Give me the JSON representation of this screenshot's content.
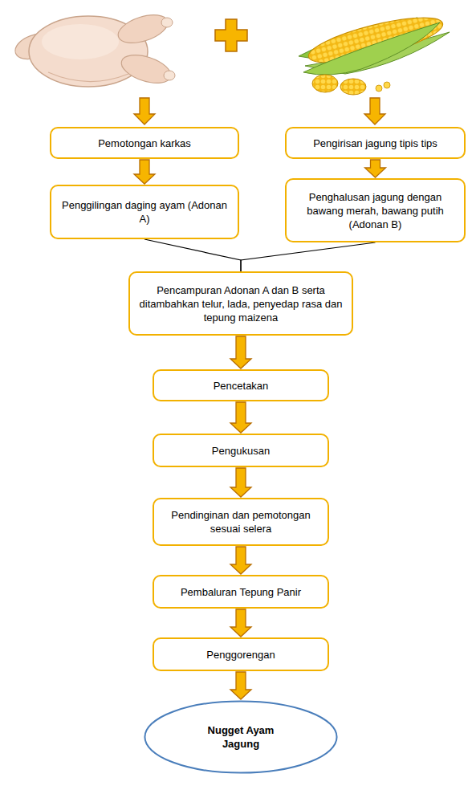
{
  "diagram": {
    "nodes": [
      {
        "text": [
          "Pemotongan karkas"
        ]
      },
      {
        "text": [
          "Pengirisan jagung tipis tips"
        ]
      },
      {
        "text": [
          "Penggilingan daging ayam (Adonan A)"
        ]
      },
      {
        "text": [
          "Penghalusan jagung dengan bawang merah, bawang putih (Adonan B)"
        ]
      },
      {
        "text": [
          "Pencampuran Adonan A dan B serta ditambahkan telur, lada, penyedap rasa dan tepung maizena"
        ]
      },
      {
        "text": [
          "Pencetakan"
        ]
      },
      {
        "text": [
          "Pengukusan"
        ]
      },
      {
        "text": [
          "Pendinginan dan pemotongan sesuai selera"
        ]
      },
      {
        "text": [
          "Pembaluran Tepung Panir"
        ]
      },
      {
        "text": [
          "Penggorengan"
        ]
      },
      {
        "text": [
          "Nugget Ayam Jagung"
        ]
      }
    ],
    "edges": [
      {
        "from": 0,
        "to": 2,
        "arrow": "to"
      },
      {
        "from": 1,
        "to": 3,
        "arrow": "to"
      },
      {
        "from": 2,
        "to": 4,
        "arrow": "none"
      },
      {
        "from": 3,
        "to": 4,
        "arrow": "none"
      },
      {
        "from": 4,
        "to": 5,
        "arrow": "to"
      },
      {
        "from": 5,
        "to": 6,
        "arrow": "to"
      },
      {
        "from": 6,
        "to": 7,
        "arrow": "to"
      },
      {
        "from": 7,
        "to": 8,
        "arrow": "to"
      },
      {
        "from": 8,
        "to": 9,
        "arrow": "to"
      },
      {
        "from": 9,
        "to": 10,
        "arrow": "to"
      }
    ]
  }
}
